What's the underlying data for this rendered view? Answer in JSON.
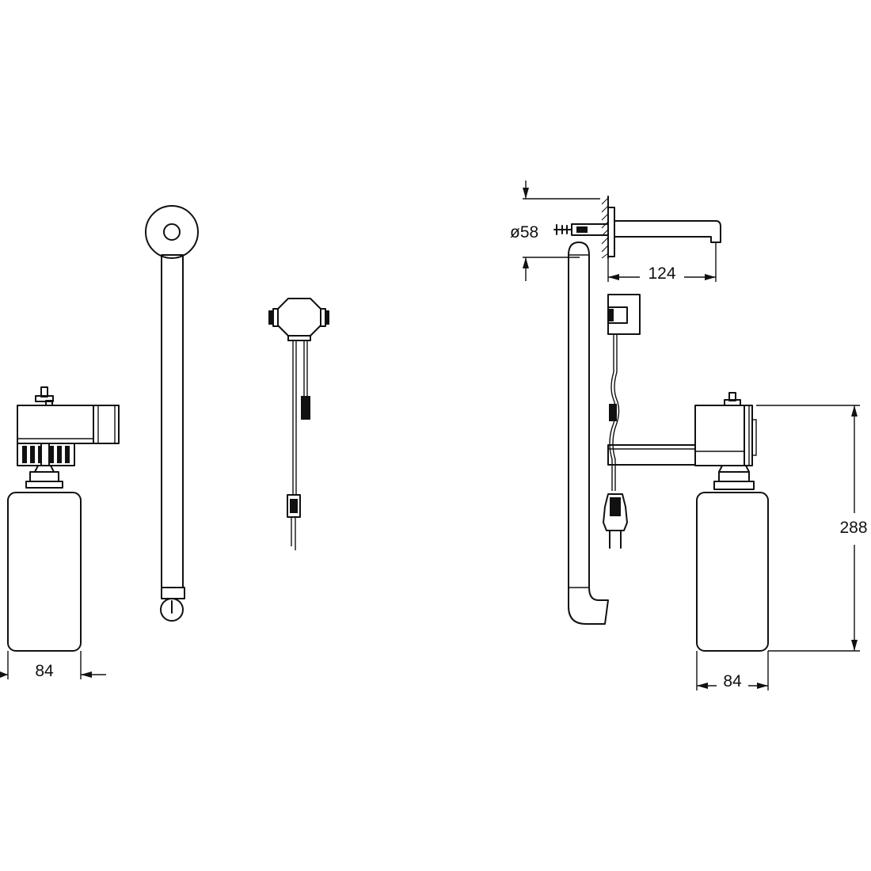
{
  "dimensions": {
    "left_bottle_width": "84",
    "right_bottle_width": "84",
    "pipe_diameter": "ø58",
    "spout_projection": "124",
    "dispenser_height": "288"
  }
}
